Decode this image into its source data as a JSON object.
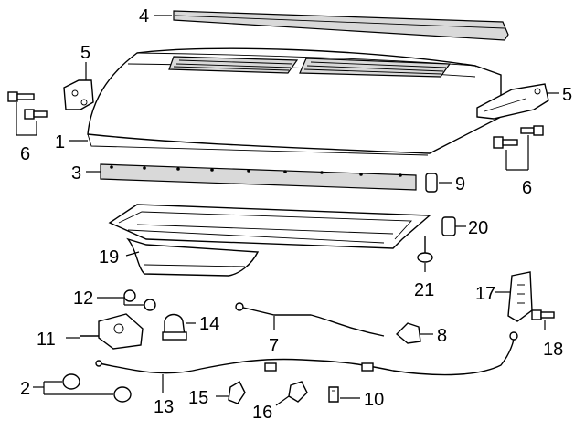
{
  "diagram": {
    "callouts": [
      {
        "id": "c1",
        "label": "1"
      },
      {
        "id": "c2",
        "label": "2"
      },
      {
        "id": "c3",
        "label": "3"
      },
      {
        "id": "c4",
        "label": "4"
      },
      {
        "id": "c5a",
        "label": "5"
      },
      {
        "id": "c5b",
        "label": "5"
      },
      {
        "id": "c6a",
        "label": "6"
      },
      {
        "id": "c6b",
        "label": "6"
      },
      {
        "id": "c7",
        "label": "7"
      },
      {
        "id": "c8",
        "label": "8"
      },
      {
        "id": "c9",
        "label": "9"
      },
      {
        "id": "c10",
        "label": "10"
      },
      {
        "id": "c11",
        "label": "11"
      },
      {
        "id": "c12",
        "label": "12"
      },
      {
        "id": "c13",
        "label": "13"
      },
      {
        "id": "c14",
        "label": "14"
      },
      {
        "id": "c15",
        "label": "15"
      },
      {
        "id": "c16",
        "label": "16"
      },
      {
        "id": "c17",
        "label": "17"
      },
      {
        "id": "c18",
        "label": "18"
      },
      {
        "id": "c19",
        "label": "19"
      },
      {
        "id": "c20",
        "label": "20"
      },
      {
        "id": "c21",
        "label": "21"
      }
    ]
  }
}
